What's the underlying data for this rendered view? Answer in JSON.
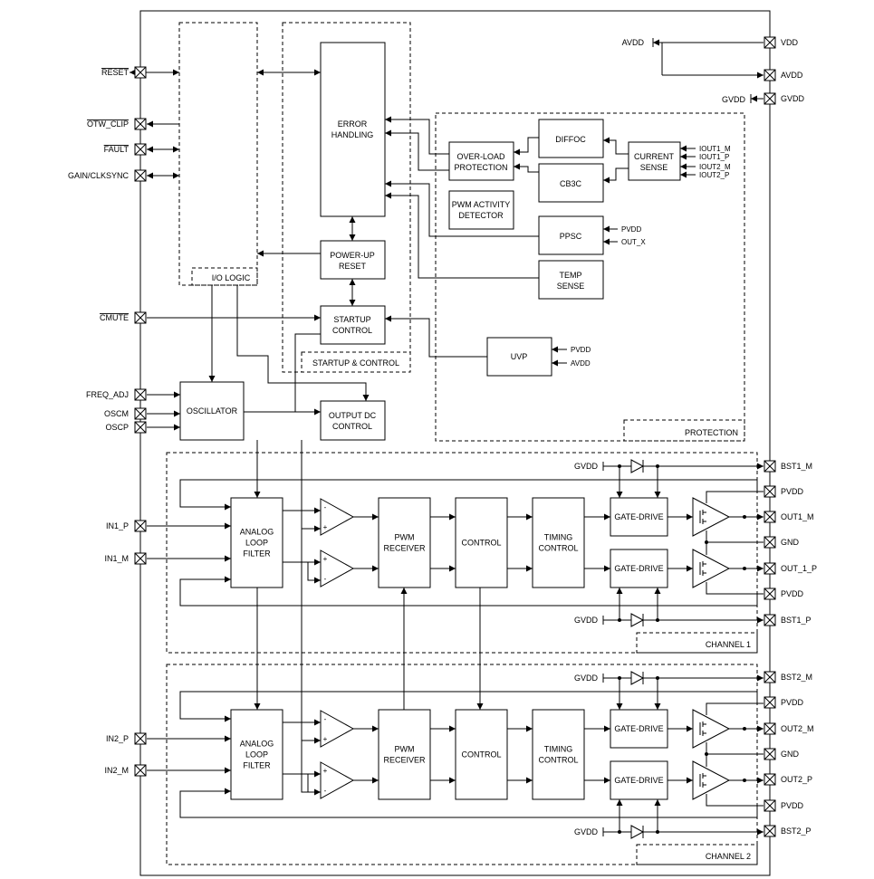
{
  "pins_left": {
    "reset": "RESET",
    "otw_clip": "OTW_CLIP",
    "fault": "FAULT",
    "gain_clksync": "GAIN/CLKSYNC",
    "cmute": "CMUTE",
    "freq_adj": "FREQ_ADJ",
    "oscm": "OSCM",
    "oscp": "OSCP",
    "in1_p": "IN1_P",
    "in1_m": "IN1_M",
    "in2_p": "IN2_P",
    "in2_m": "IN2_M"
  },
  "pins_right": {
    "vdd": "VDD",
    "avdd": "AVDD",
    "gvdd": "GVDD",
    "bst1_m": "BST1_M",
    "pvdd_1a": "PVDD",
    "out1_m": "OUT1_M",
    "gnd_1": "GND",
    "out1_p": "OUT_1_P",
    "pvdd_1b": "PVDD",
    "bst1_p": "BST1_P",
    "bst2_m": "BST2_M",
    "pvdd_2a": "PVDD",
    "out2_m": "OUT2_M",
    "gnd_2": "GND",
    "out2_p": "OUT2_P",
    "pvdd_2b": "PVDD",
    "bst2_p": "BST2_P"
  },
  "internal_supplies": {
    "avdd": "AVDD",
    "gvdd": "GVDD"
  },
  "blocks": {
    "error_handling": [
      "ERROR",
      "HANDLING"
    ],
    "power_up_reset": [
      "POWER-UP",
      "RESET"
    ],
    "startup_control": [
      "STARTUP",
      "CONTROL"
    ],
    "output_dc_control": [
      "OUTPUT DC",
      "CONTROL"
    ],
    "oscillator": "OSCILLATOR",
    "over_load_protection": [
      "OVER-LOAD",
      "PROTECTION"
    ],
    "diffoc": "DIFFOC",
    "cb3c": "CB3C",
    "current_sense": [
      "CURRENT",
      "SENSE"
    ],
    "pwm_activity_detector": [
      "PWM ACTIVITY",
      "DETECTOR"
    ],
    "ppsc": "PPSC",
    "temp_sense": [
      "TEMP",
      "SENSE"
    ],
    "uvp": "UVP",
    "analog_loop_filter": [
      "ANALOG",
      "LOOP",
      "FILTER"
    ],
    "pwm_receiver": [
      "PWM",
      "RECEIVER"
    ],
    "control": "CONTROL",
    "timing_control": [
      "TIMING",
      "CONTROL"
    ],
    "gate_drive": "GATE-DRIVE"
  },
  "groups": {
    "io_logic": "I/O LOGIC",
    "startup_and_control": "STARTUP & CONTROL",
    "protection": "PROTECTION",
    "channel_1": "CHANNEL 1",
    "channel_2": "CHANNEL 2"
  },
  "signals": {
    "iout1_m": "IOUT1_M",
    "iout1_p": "IOUT1_P",
    "iout2_m": "IOUT2_M",
    "iout2_p": "IOUT2_P",
    "pvdd": "PVDD",
    "out_x": "OUT_X",
    "avdd": "AVDD",
    "gvdd": "GVDD"
  }
}
